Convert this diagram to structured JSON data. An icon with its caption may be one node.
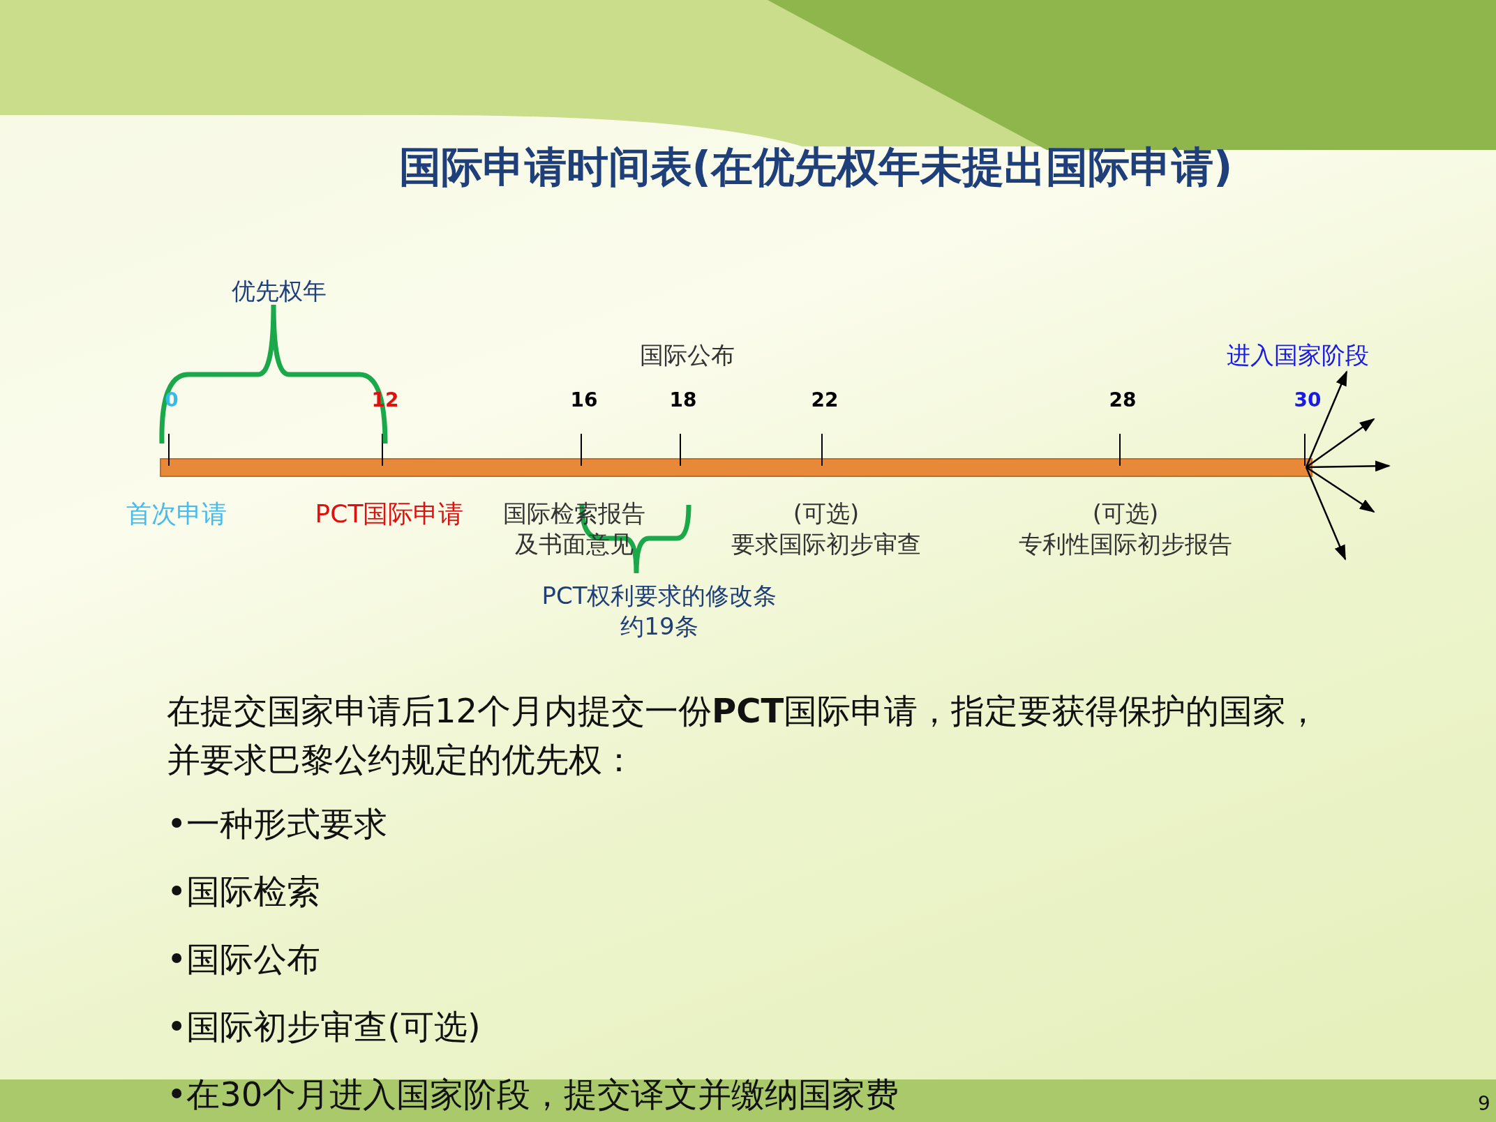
{
  "diagram": {
    "title": "国际申请时间表(在优先权年未提出国际申请)",
    "nodes": [
      {
        "text": [],
        "shape": "bar"
      }
    ],
    "labels": [
      "优先权年",
      "国际公布",
      "进入国家阶段",
      "0",
      "12",
      "16",
      "18",
      "22",
      "28",
      "30",
      "首次申请",
      "PCT国际申请",
      "国际检索报告及书面意见",
      "(可选) 要求国际初步审查",
      "(可选) 专利性国际初步报告",
      "PCT权利要求的修改条约19条",
      "在提交国家申请后12个月内提交一份**PCT**国际申请，指定要获得保护的国家，并要求巴黎公约规定的优先权：",
      "•一种形式要求",
      "•国际检索",
      "•国际公布",
      "•国际初步审查(可选)",
      "•在30个月进入国家阶段，提交译文并缴纳国家费",
      "9"
    ]
  }
}
